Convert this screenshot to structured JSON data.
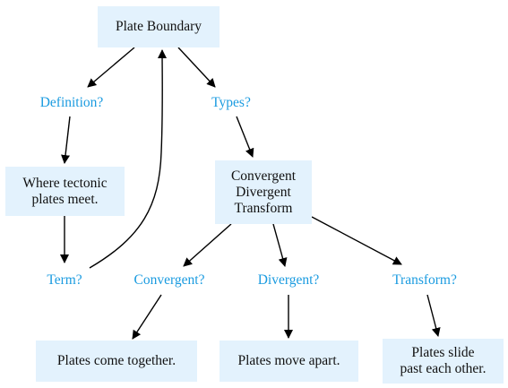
{
  "diagram": {
    "colors": {
      "box_fill": "#e3f2fd",
      "box_text": "#111111",
      "question_text": "#1a9be0",
      "edge": "#000000"
    },
    "nodes": {
      "root": "Plate Boundary",
      "definition_answer": "Where tectonic\nplates meet.",
      "types_answer": "Convergent\nDivergent\nTransform",
      "convergent_answer": "Plates come together.",
      "divergent_answer": "Plates move apart.",
      "transform_answer": "Plates slide\npast each other."
    },
    "questions": {
      "definition": "Definition?",
      "types": "Types?",
      "term": "Term?",
      "convergent": "Convergent?",
      "divergent": "Divergent?",
      "transform": "Transform?"
    },
    "edges": [
      [
        "root",
        "definition"
      ],
      [
        "root",
        "types"
      ],
      [
        "definition",
        "definition_answer"
      ],
      [
        "definition_answer",
        "term"
      ],
      [
        "term",
        "root"
      ],
      [
        "types",
        "types_answer"
      ],
      [
        "types_answer",
        "convergent"
      ],
      [
        "types_answer",
        "divergent"
      ],
      [
        "types_answer",
        "transform"
      ],
      [
        "convergent",
        "convergent_answer"
      ],
      [
        "divergent",
        "divergent_answer"
      ],
      [
        "transform",
        "transform_answer"
      ]
    ]
  }
}
